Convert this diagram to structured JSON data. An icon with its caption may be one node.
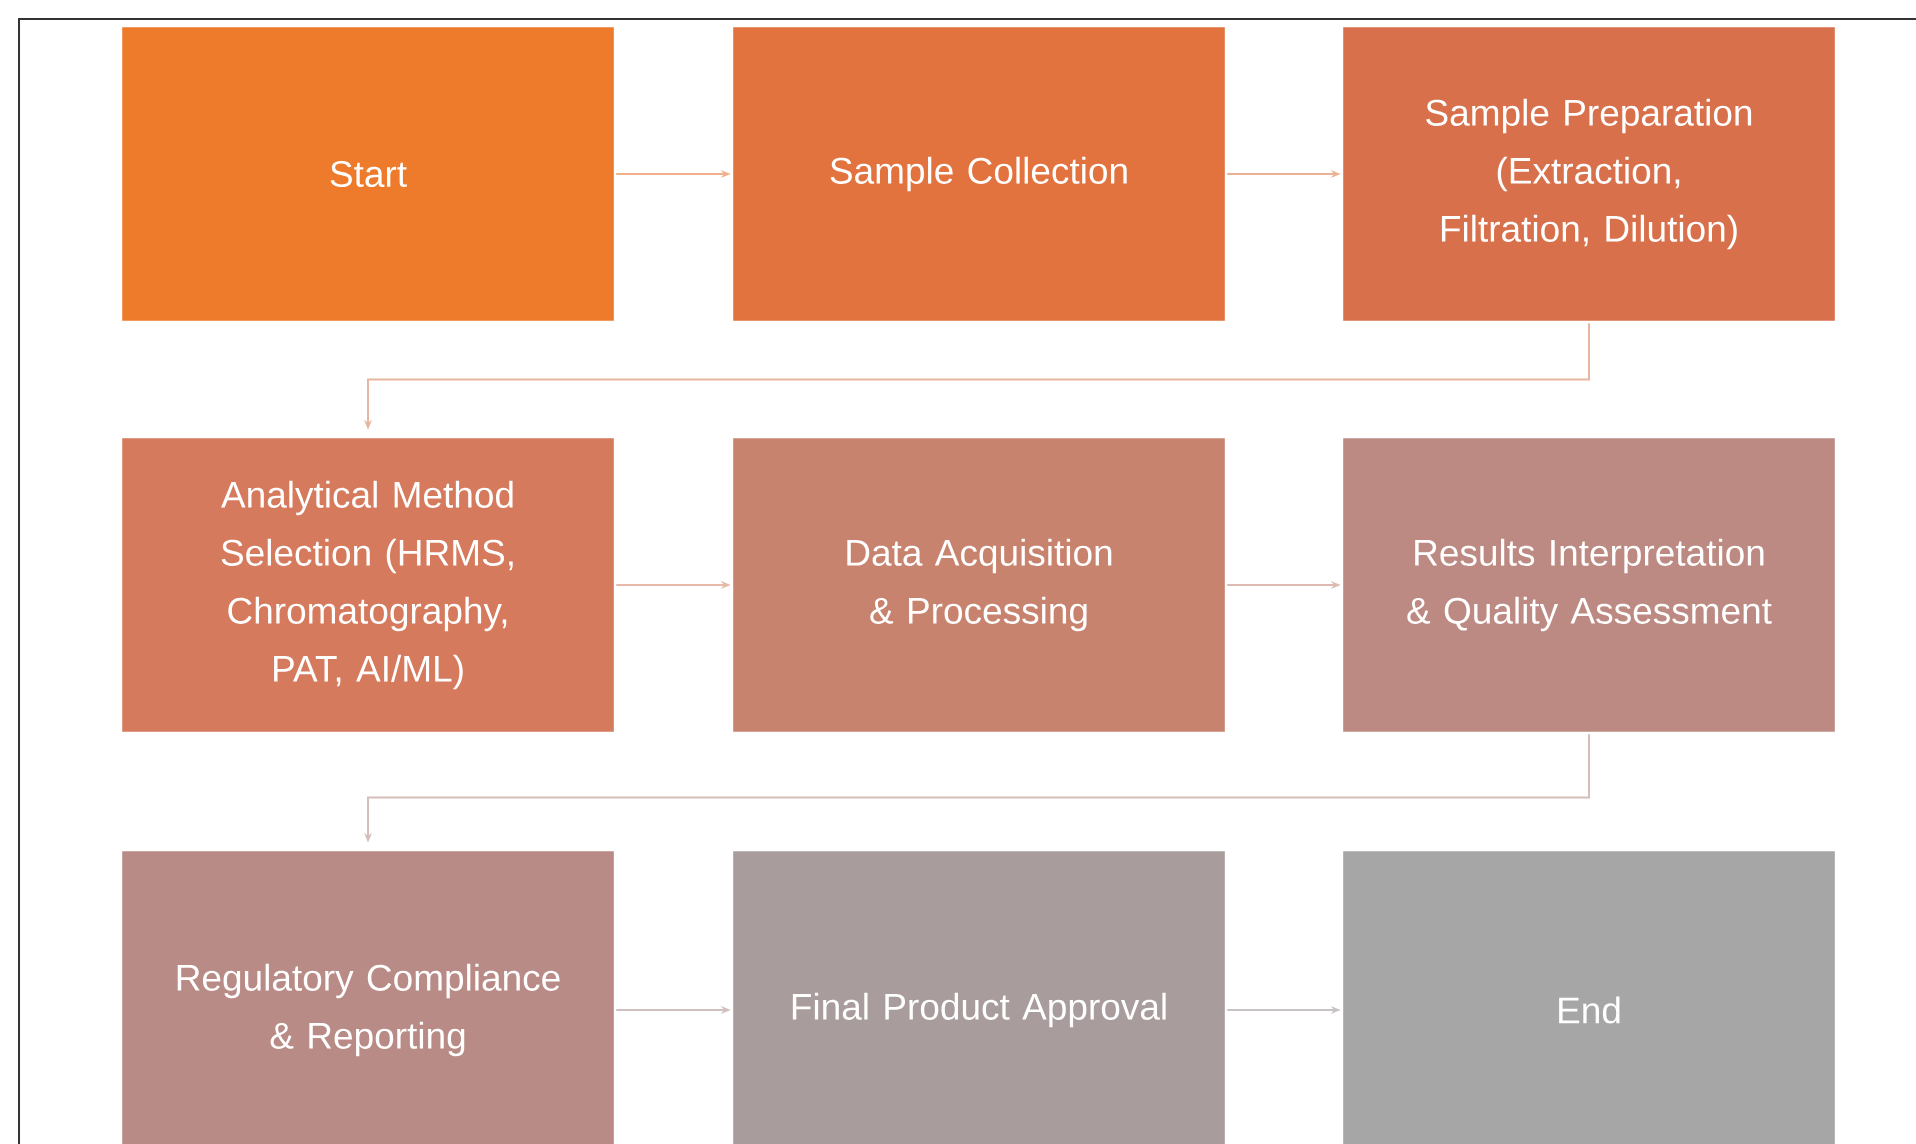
{
  "diagram": {
    "nodes": [
      {
        "text": [
          "Start"
        ]
      },
      {
        "text": [
          "Sample Collection"
        ]
      },
      {
        "text": [
          "Sample Preparation (Extraction, Filtration, Dilution)"
        ]
      },
      {
        "text": [
          "Analytical Method Selection (HRMS, Chromatography, PAT, AI/ML)"
        ]
      },
      {
        "text": [
          "Data Acquisition & Processing"
        ]
      },
      {
        "text": [
          "Results Interpretation & Quality Assessment"
        ]
      },
      {
        "text": [
          "Regulatory Compliance & Reporting"
        ]
      },
      {
        "text": [
          "Final Product Approval"
        ]
      },
      {
        "text": [
          "End"
        ]
      }
    ],
    "edges": [
      {
        "from": 0,
        "to": 1,
        "arrow": "to"
      },
      {
        "from": 1,
        "to": 2,
        "arrow": "to"
      },
      {
        "from": 2,
        "to": 3,
        "arrow": "to"
      },
      {
        "from": 3,
        "to": 4,
        "arrow": "to"
      },
      {
        "from": 4,
        "to": 5,
        "arrow": "to"
      },
      {
        "from": 5,
        "to": 6,
        "arrow": "to"
      },
      {
        "from": 6,
        "to": 7,
        "arrow": "to"
      },
      {
        "from": 7,
        "to": 8,
        "arrow": "to"
      }
    ]
  }
}
